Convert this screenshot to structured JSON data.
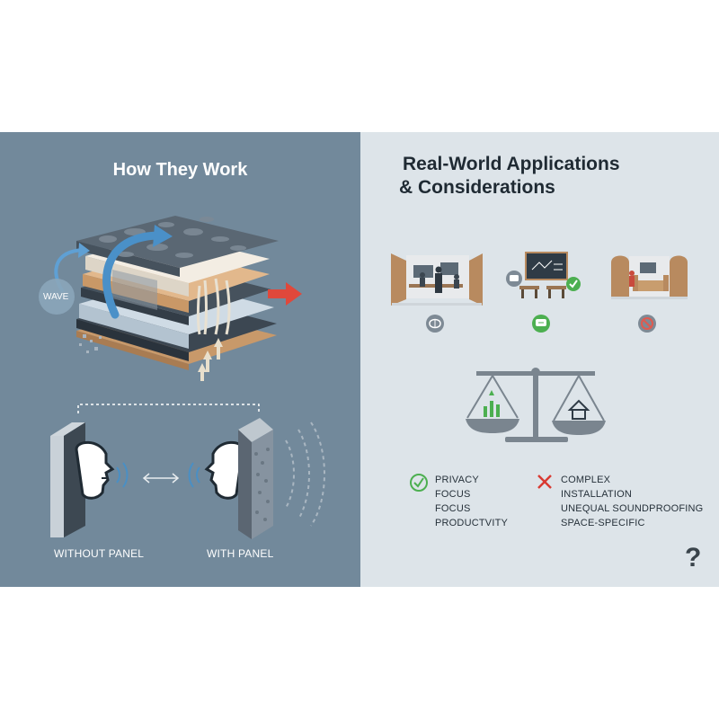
{
  "left": {
    "title": "How They Work",
    "wave_label": "WAVE",
    "without_panel_label": "WITHOUT PANEL",
    "with_panel_label": "WITH PANEL"
  },
  "right": {
    "title_line1": "Real-World Applications",
    "title_line2": "& Considerations",
    "pros": [
      "PRIVACY",
      "FOCUS",
      "FOCUS",
      "PRODUCTVITY"
    ],
    "cons": [
      "COMPLEX",
      "INSTALLATION",
      "UNEQUAL SOUNDPROOFING",
      "SPACE-SPECIFIC"
    ],
    "help_mark": "?"
  },
  "icons": {
    "wave_arrows": "curved-arrow-icon",
    "red_arrow": "arrow-right-icon",
    "face_left": "face-speaking-icon",
    "face_right": "face-speaking-icon",
    "double_arrow": "double-arrow-icon",
    "brain": "brain-icon",
    "chat": "chat-icon",
    "no_sound": "no-sound-icon",
    "check": "check-icon",
    "cross": "cross-icon",
    "scale": "balance-scale-icon"
  },
  "colors": {
    "left_bg": "#72899b",
    "right_bg": "#dde4e9",
    "accent_blue": "#4a90c8",
    "accent_red": "#e0483b",
    "check_green": "#4caf50",
    "cross_red": "#d93a32"
  }
}
